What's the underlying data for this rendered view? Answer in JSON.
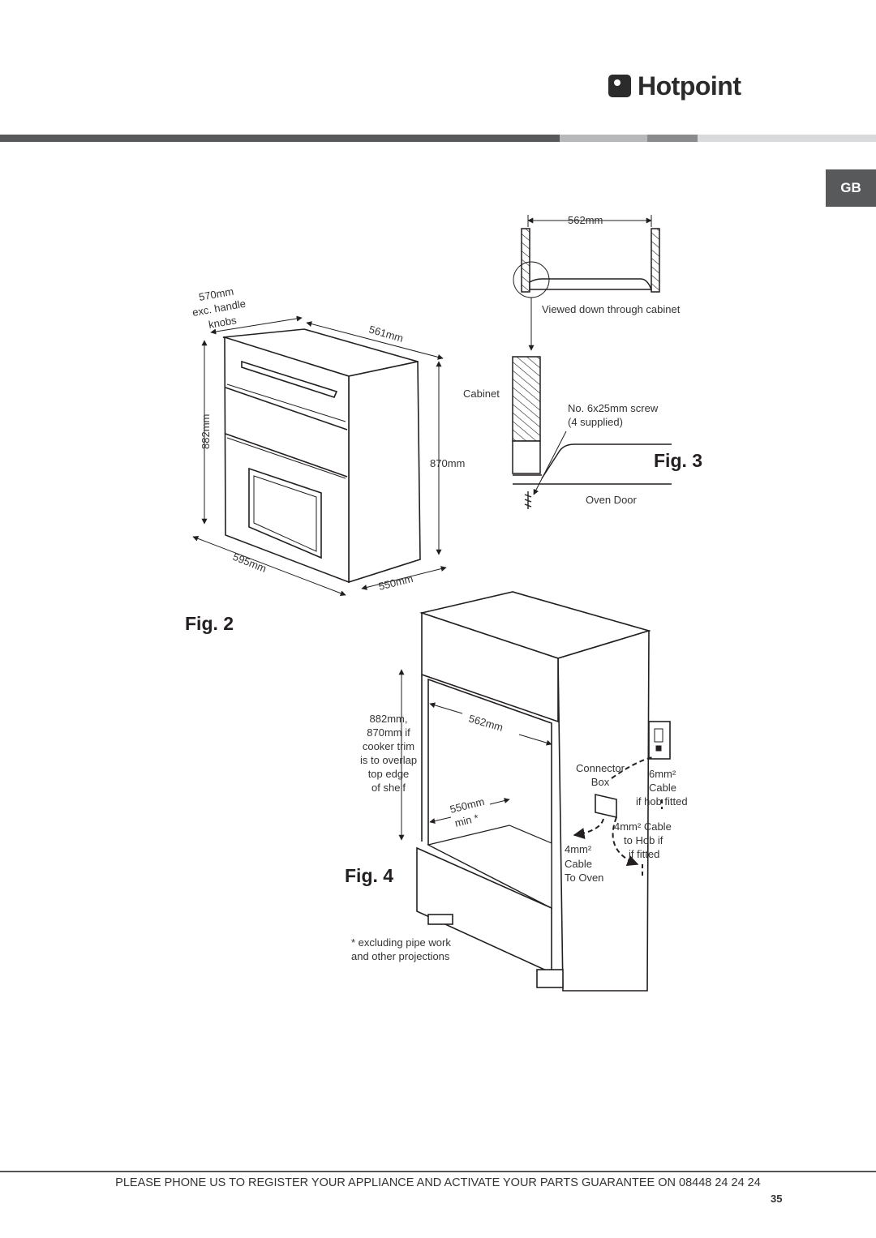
{
  "header": {
    "brand": "Hotpoint",
    "country_tab": "GB",
    "bar_colors": [
      "#58595b",
      "#b7b8ba",
      "#8a8b8d",
      "#d9dadb"
    ]
  },
  "fig2": {
    "label": "Fig. 2",
    "dim_width_top": [
      "570mm",
      "exc. handle",
      "knobs"
    ],
    "dim_depth_top": "561mm",
    "dim_height_left": "882mm",
    "dim_height_right": "870mm",
    "dim_width_bottom": "595mm",
    "dim_depth_bottom": "550mm"
  },
  "fig3": {
    "label": "Fig. 3",
    "dim_width": "562mm",
    "view_note": "Viewed down through cabinet",
    "cabinet_label": "Cabinet",
    "screw_label": "No. 6x25mm screw",
    "screw_qty": "(4 supplied)",
    "door_label": "Oven Door"
  },
  "fig4": {
    "label": "Fig. 4",
    "height_note": [
      "882mm,",
      "870mm if",
      "cooker trim",
      "is to overlap",
      "top edge",
      "of shelf"
    ],
    "dim_width": "562mm",
    "dim_depth": "550mm",
    "dim_depth_min": "min *",
    "connector": [
      "Connector",
      "Box"
    ],
    "cable_6": [
      "6mm²",
      "Cable",
      "if hob fitted"
    ],
    "cable_4_hob": [
      "4mm² Cable",
      "to Hob if",
      "if fitted"
    ],
    "cable_4_oven": [
      "4mm²",
      "Cable",
      "To Oven"
    ],
    "footnote": [
      "* excluding pipe work",
      "and other projections"
    ]
  },
  "footer": {
    "text": "PLEASE PHONE US TO REGISTER YOUR APPLIANCE  AND ACTIVATE YOUR PARTS GUARANTEE ON 08448 24 24 24",
    "page_number": "35"
  }
}
